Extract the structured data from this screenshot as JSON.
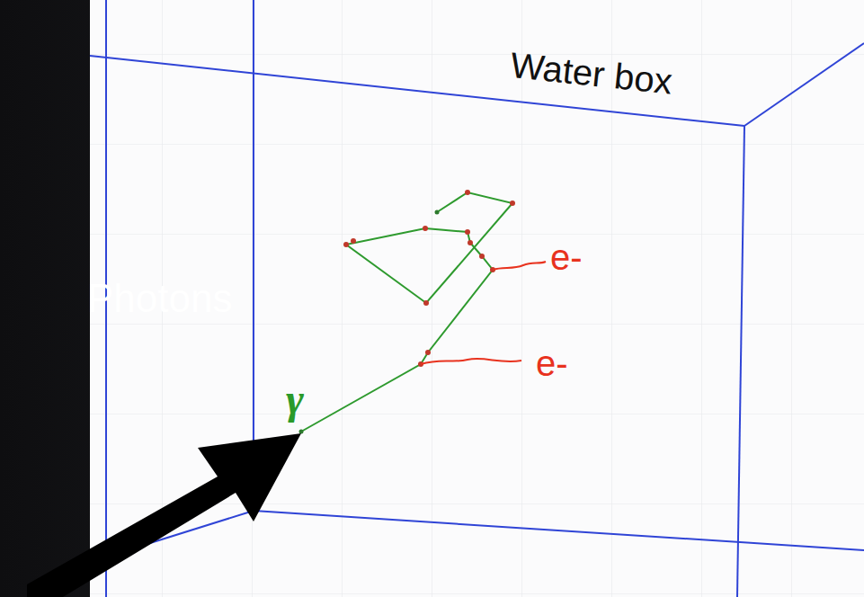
{
  "diagram": {
    "labels": [
      "Water box",
      "Photons",
      "γ",
      "e-",
      "e-"
    ]
  }
}
